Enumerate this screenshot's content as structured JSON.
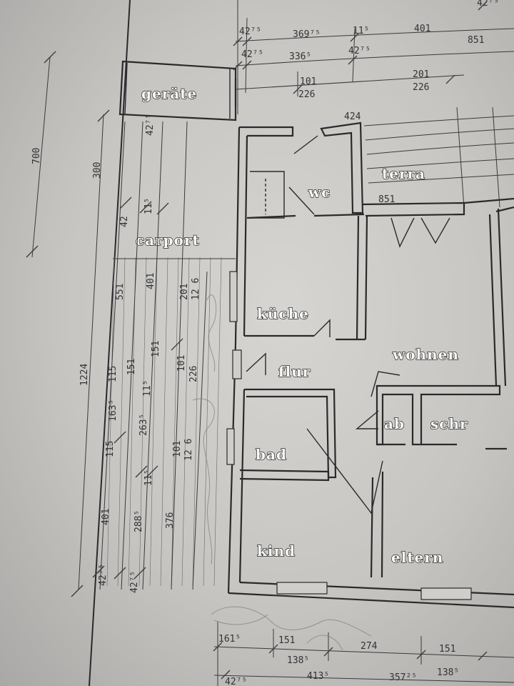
{
  "rooms": {
    "geraete": "geräte",
    "wc": "wc",
    "terrasse": "terra",
    "carport": "carport",
    "kueche": "küche",
    "wohnen": "wohnen",
    "flur": "flur",
    "abstell": "ab",
    "schrank": "schr",
    "bad": "bad",
    "kind": "kind",
    "eltern": "eltern"
  },
  "dims": {
    "top": {
      "r1": [
        "42⁷⁵",
        "369⁷⁵",
        "11⁵",
        "401",
        "42⁷⁵"
      ],
      "r1b": [
        "851"
      ],
      "r2": [
        "42⁷⁵",
        "336⁵",
        "42⁷⁵"
      ],
      "r3": [
        "101",
        "201"
      ],
      "r3b": [
        "226",
        "226"
      ],
      "wall": "424",
      "terrace": "851"
    },
    "left": {
      "outer": [
        "700",
        "300",
        "1224"
      ],
      "col2": [
        "42",
        "551",
        "115",
        "163⁵",
        "115",
        "401",
        "42⁷⁵"
      ],
      "col3": [
        "11⁵",
        "151",
        "263⁵",
        "11⁵",
        "11⁵",
        "288⁵",
        "42⁷⁵",
        "42⁷⁵"
      ],
      "col4": [
        "401",
        "151",
        "101",
        "376"
      ],
      "col5": [
        "201",
        "12 6",
        "226",
        "101",
        "12 6"
      ]
    },
    "bottom": {
      "r1": [
        "161⁵",
        "151",
        "274",
        "151"
      ],
      "r1b": [
        "138⁵"
      ],
      "r2": [
        "42⁷⁵",
        "413⁵",
        "357²⁵",
        "138⁵"
      ]
    }
  }
}
